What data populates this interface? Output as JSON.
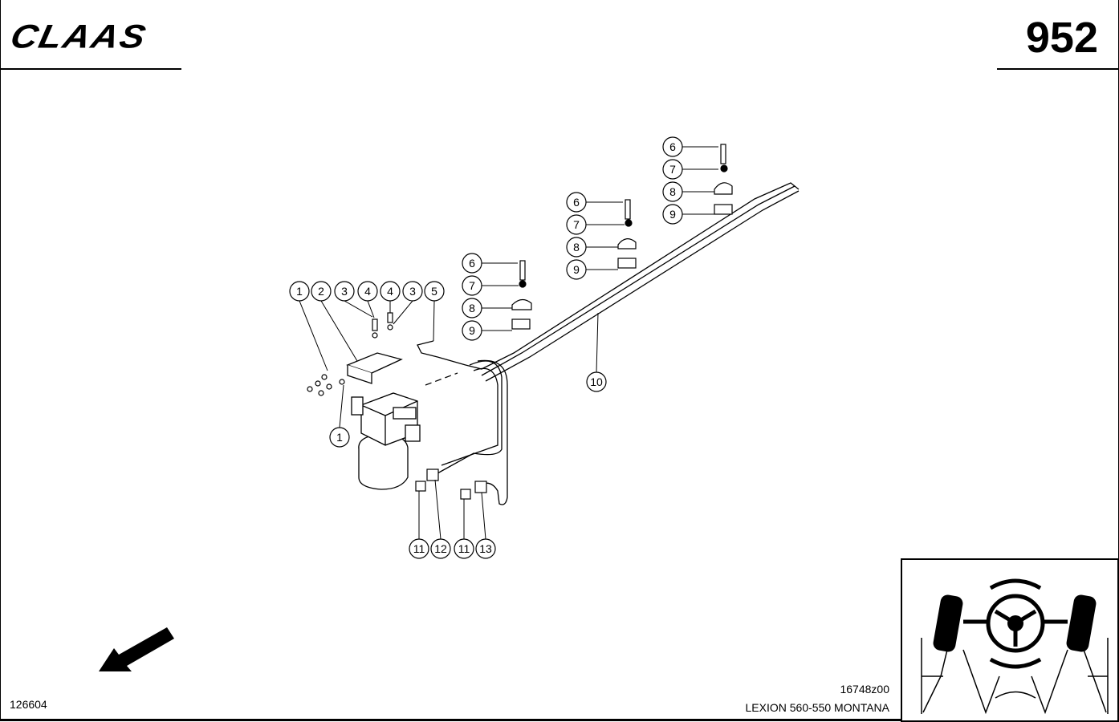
{
  "header": {
    "brand": "CLAAS",
    "page_number": "952"
  },
  "footer": {
    "reference": "126604",
    "drawing_number": "16748z00",
    "model": "LEXION 560-550 MONTANA"
  },
  "callouts": [
    "6",
    "7",
    "8",
    "9",
    "6",
    "7",
    "8",
    "9",
    "6",
    "7",
    "8",
    "9",
    "1",
    "2",
    "3",
    "4",
    "4",
    "3",
    "5",
    "1",
    "10",
    "11",
    "12",
    "11",
    "13"
  ],
  "icons": {
    "direction": "arrow-down-left-icon",
    "steering": "steering-wheel-icon"
  }
}
